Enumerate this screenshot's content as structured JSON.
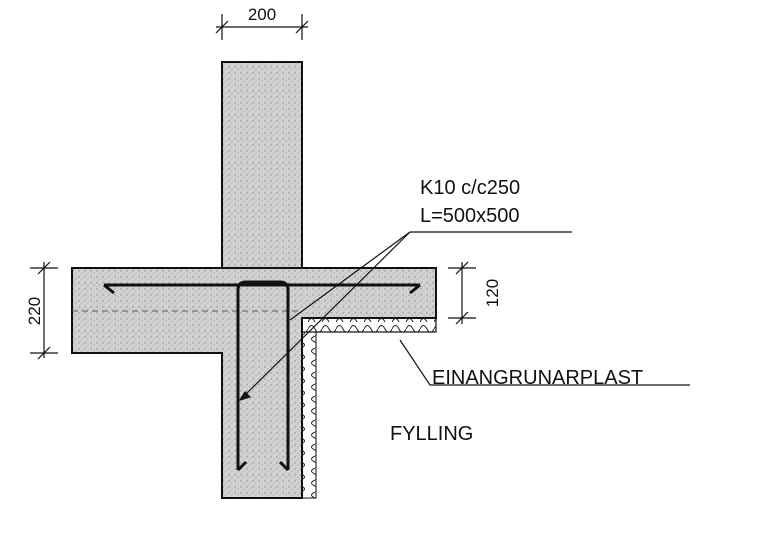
{
  "dimensions": {
    "wall_width": "200",
    "slab_total": "220",
    "slab_top": "120"
  },
  "labels": {
    "rebar_spec": "K10 c/c250",
    "rebar_length": "L=500x500",
    "insulation": "EINANGRUNARPLAST",
    "fill": "FYLLING"
  },
  "colors": {
    "concrete": "#cfcfcf",
    "line": "#111111"
  }
}
